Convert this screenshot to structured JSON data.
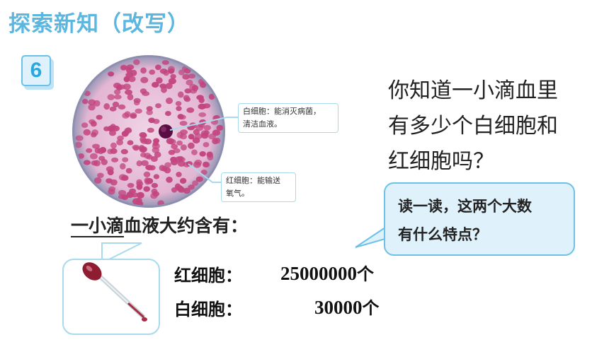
{
  "title": "探索新知（改写）",
  "badge_number": "6",
  "callouts": {
    "white_cell_line1": "白细胞：能消灭病菌，",
    "white_cell_line2": "清洁血液。",
    "red_cell_line1": "红细胞：能输送",
    "red_cell_line2": "氧气。"
  },
  "question": {
    "line1": "你知道一小滴血里",
    "line2": "有多少个白细胞和",
    "line3": "红细胞吗？"
  },
  "bubble": {
    "line1": "读一读，这两个大数",
    "line2": "有什么特点？"
  },
  "lead": {
    "underlined": "一小滴",
    "rest": "血液大约含有："
  },
  "counts": [
    {
      "label": "红细胞：",
      "value": "25000000",
      "unit": "个"
    },
    {
      "label": "白细胞：",
      "value": "30000",
      "unit": "个"
    }
  ],
  "colors": {
    "title": "#5bb6e0",
    "accent_border": "#6cc1e6",
    "bubble_fill": "#dff2fb",
    "red_cell": "#c2457f",
    "plasma": "#e9c4dc",
    "white_cell": "#5a0d44"
  }
}
